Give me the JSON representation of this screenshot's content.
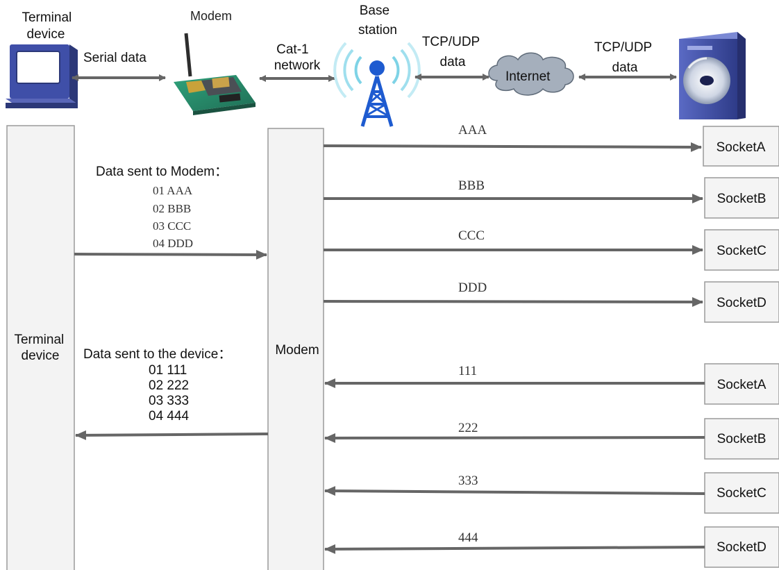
{
  "colors": {
    "arrow": "#666666",
    "lane_fill": "#f3f3f3",
    "lane_stroke": "#9a9a9a",
    "cloud": "#a5afbc",
    "tower_blue": "#1e5bd0",
    "server": "#3f4fa8",
    "pcb": "#2a8c6c"
  },
  "header": {
    "terminal_label": [
      "Terminal",
      "device"
    ],
    "modem_label": "Modem",
    "base_label": [
      "Base",
      "station"
    ],
    "serial_label": "Serial data",
    "cat1_label": [
      "Cat-1",
      "network"
    ],
    "tcp_left_label": [
      "TCP/UDP",
      "data"
    ],
    "tcp_right_label": [
      "TCP/UDP",
      "data"
    ],
    "internet_label": "Internet",
    "icons": [
      "computer-icon",
      "modem-board-icon",
      "cell-tower-icon",
      "internet-cloud-icon",
      "server-icon"
    ]
  },
  "lanes": {
    "terminal": [
      "Terminal",
      "device"
    ],
    "modem": "Modem"
  },
  "to_modem": {
    "title": "Data sent to Modem：",
    "lines": [
      "01 AAA",
      "02 BBB",
      "03 CCC",
      "04 DDD"
    ]
  },
  "to_device": {
    "title": "Data sent to the device：",
    "lines": [
      "01 111",
      "02 222",
      "03 333",
      "04 444"
    ]
  },
  "outgoing": [
    {
      "socket": "SocketA",
      "data": "AAA"
    },
    {
      "socket": "SocketB",
      "data": "BBB"
    },
    {
      "socket": "SocketC",
      "data": "CCC"
    },
    {
      "socket": "SocketD",
      "data": "DDD"
    }
  ],
  "incoming": [
    {
      "socket": "SocketA",
      "data": "111"
    },
    {
      "socket": "SocketB",
      "data": "222"
    },
    {
      "socket": "SocketC",
      "data": "333"
    },
    {
      "socket": "SocketD",
      "data": "444"
    }
  ]
}
